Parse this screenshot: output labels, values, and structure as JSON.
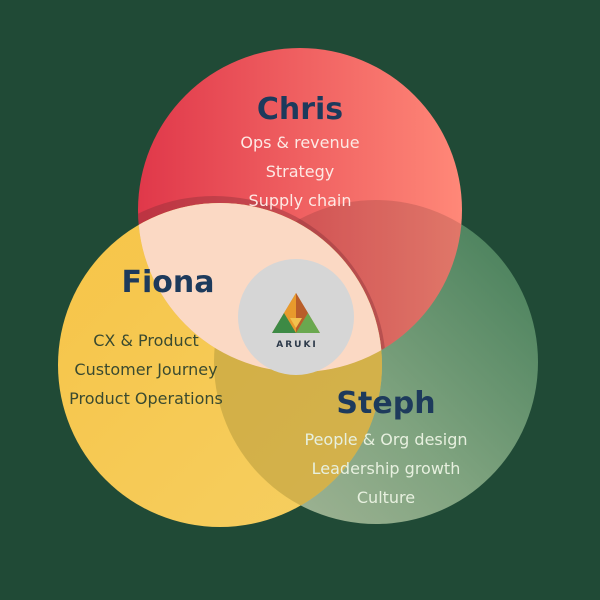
{
  "colors": {
    "background": "#204a36",
    "chris_circle": "#f06a6a",
    "fiona_circle": "#f7c74e",
    "steph_circle": "#5e9470",
    "name_dark": "#1d3a5c",
    "chris_text": "#fde9e4",
    "fiona_text": "#3a4a30",
    "steph_text": "#e7f0df",
    "logo_disc": "#d6d6d6"
  },
  "people": {
    "chris": {
      "name": "Chris",
      "roles": [
        "Ops & revenue",
        "Strategy",
        "Supply chain"
      ]
    },
    "fiona": {
      "name": "Fiona",
      "roles": [
        "CX & Product",
        "Customer Journey",
        "Product Operations"
      ]
    },
    "steph": {
      "name": "Steph",
      "roles": [
        "People & Org design",
        "Leadership growth",
        "Culture"
      ]
    }
  },
  "logo": {
    "icon": "aruki-triangle-logo",
    "text": "ARUKI"
  }
}
